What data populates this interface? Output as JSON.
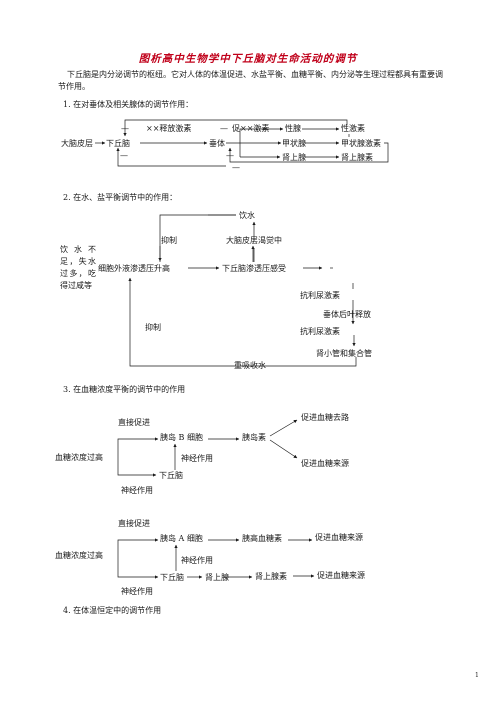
{
  "title": "图析高中生物学中下丘脑对生命活动的调节",
  "intro": "下丘脑是内分泌调节的枢纽。它对人体的体温促进、水盐平衡、血糖平衡、内分泌等生理过程都具有重要调节作用。",
  "sec1": {
    "heading": "1.   在对垂体及相关腺体的调节作用：",
    "minus1": "—",
    "release_hormone": "××释放激素",
    "minus2": "—",
    "stim_hormone": "促××激素",
    "cortex": "大脑皮层",
    "hypothalamus": "下丘脑",
    "pituitary": "垂体",
    "gland1": "性腺",
    "gland1_hormone": "性激素",
    "gland2": "甲状腺",
    "gland2_hormone": "甲状腺激素",
    "gland3": "肾上腺",
    "gland3_hormone": "肾上腺素",
    "minus3": "—",
    "minus4": "—",
    "minus5": "—"
  },
  "sec2": {
    "heading": "2. 在水、盐平衡调节中的作用：",
    "drink": "饮水",
    "inhibit1": "抑制",
    "thirst": "大脑皮层渴觉中",
    "cause": "饮水不足，失水过多，吃得过咸等",
    "osmo_up": "细胞外液渗透压升高",
    "receptor": "下丘脑渗透压感受",
    "adh1": "抗利尿激素",
    "posterior": "垂体后叶释放",
    "adh2": "抗利尿激素",
    "inhibit2": "抑制",
    "kidney": "肾小管和集合管",
    "reabsorb": "重吸收水"
  },
  "sec3": {
    "heading": "3. 在血糖浓度平衡的调节中的作用",
    "d1": {
      "direct": "直接促进",
      "islet_b": "胰岛 B 细胞",
      "insulin": "胰岛素",
      "out1": "促进血糖去路",
      "neural1": "神经作用",
      "out2": "促进血糖来源",
      "glucose_high": "血糖浓度过高",
      "hypo": "下丘脑",
      "neural2": "神经作用"
    },
    "d2": {
      "direct": "直接促进",
      "islet_a": "胰岛 A 细胞",
      "glucagon": "胰高血糖素",
      "out1": "促进血糖来源",
      "neural1": "神经作用",
      "glucose_high": "血糖浓度过高",
      "hypo": "下丘脑",
      "adrenal": "肾上腺",
      "adrenaline": "肾上腺素",
      "out2": "促进血糖来源",
      "neural2": "神经作用"
    }
  },
  "sec4": {
    "heading": "4. 在体温恒定中的调节作用"
  },
  "page_number": "1"
}
